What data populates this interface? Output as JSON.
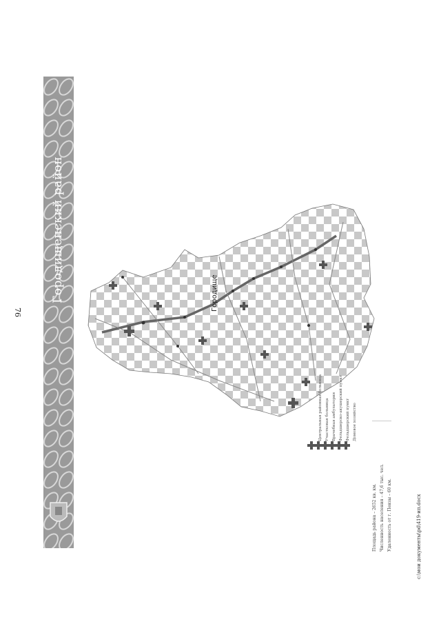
{
  "page": {
    "number": "76",
    "title": "Городищенский район",
    "footer_path": "c:\\мои документы\\pd\\419-ип.docx"
  },
  "map": {
    "center_label": "Городище",
    "region_fill": "#c8c8c8",
    "road_color": "#666666",
    "marker_color": "#555555"
  },
  "legend": {
    "items": [
      {
        "icon": "medical-cross-icon",
        "label": "Центральная районная больница"
      },
      {
        "icon": "medical-cross-icon",
        "label": "Участковая больница"
      },
      {
        "icon": "medical-cross-icon",
        "label": "Врачебная амбулатория"
      },
      {
        "icon": "medical-cross-icon",
        "label": "Фельдшерско-акушерский пункт"
      },
      {
        "icon": "medical-cross-icon",
        "label": "Фельдшерский пункт"
      },
      {
        "icon": "medical-cross-icon",
        "label": "Домовое хозяйство"
      }
    ]
  },
  "notes": {
    "lines": [
      "Площадь района – 2652 кв. км.",
      "Численность населения – 47,6 тыс. чел.",
      "Удаленность от г. Пензы – 60 км."
    ]
  }
}
